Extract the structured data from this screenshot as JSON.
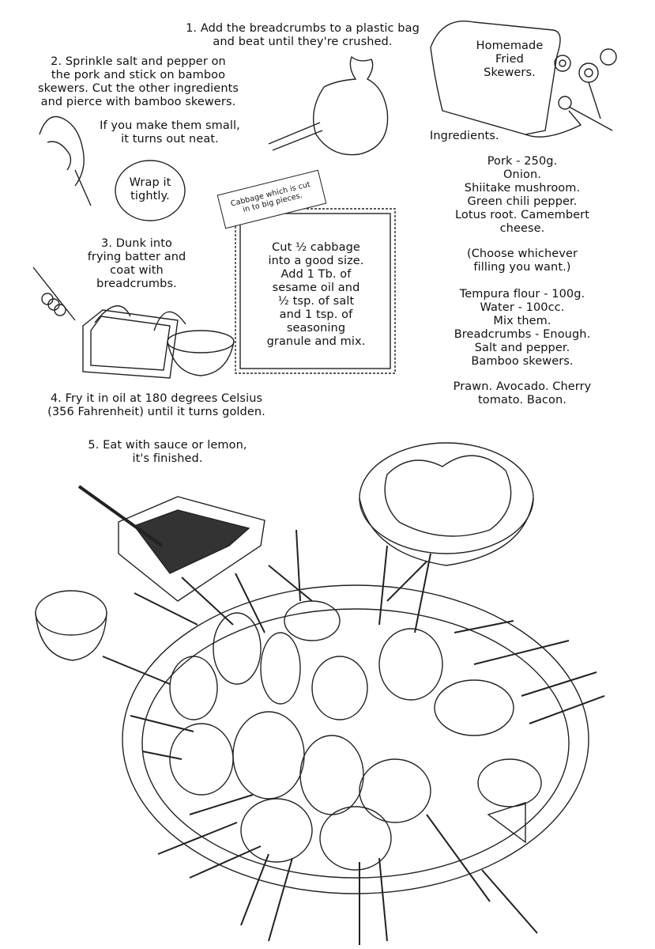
{
  "title": "Homemade\nFried\nSkewers.",
  "steps": {
    "step1": "1. Add the breadcrumbs to a plastic bag\nand beat until they're crushed.",
    "step2": "2. Sprinkle salt and pepper on\nthe pork and stick on bamboo\nskewers. Cut the other ingredients\nand pierce with bamboo skewers.",
    "tip": "If you make them small,\nit turns out neat.",
    "bubble": "Wrap it\ntightly.",
    "step3": "3. Dunk into\nfrying batter and\ncoat with\nbreadcrumbs.",
    "step4": "4. Fry it in oil at 180 degrees Celsius\n(356 Fahrenheit) until it turns golden.",
    "step5": "5. Eat with sauce or lemon,\nit's finished."
  },
  "cabbage": {
    "banner": "Cabbage which is cut\nin to big pieces.",
    "text": "Cut ½ cabbage\ninto a good size.\nAdd 1 Tb. of\nsesame oil and\n½ tsp. of salt\nand 1 tsp. of\nseasoning\ngranule and mix."
  },
  "ingredients": {
    "label": "Ingredients.",
    "fillings": "Pork - 250g.\nOnion.\nShiitake mushroom.\nGreen chili pepper.\nLotus root. Camembert\ncheese.",
    "note": "(Choose whichever\nfilling you want.)",
    "batter": "Tempura flour - 100g.\nWater - 100cc.\nMix them.\nBreadcrumbs - Enough.\nSalt and pepper.\nBamboo skewers.",
    "extras": "Prawn. Avocado. Cherry\ntomato. Bacon."
  }
}
